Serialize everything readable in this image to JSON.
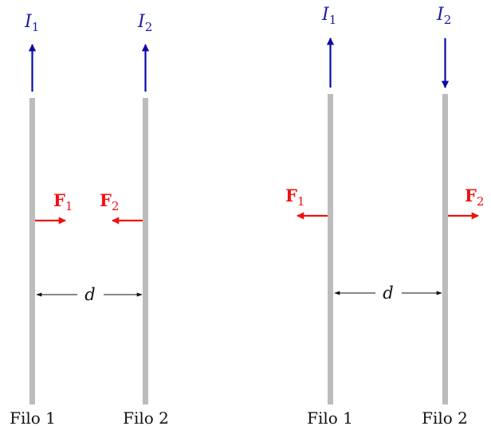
{
  "panels": [
    {
      "current1": {
        "symbol": "I",
        "sub": "1",
        "direction": "up"
      },
      "current2": {
        "symbol": "I",
        "sub": "2",
        "direction": "up"
      },
      "force1": {
        "symbol": "F",
        "sub": "1",
        "direction": "right"
      },
      "force2": {
        "symbol": "F",
        "sub": "2",
        "direction": "left"
      },
      "distance": "d",
      "wire1": "Filo 1",
      "wire2": "Filo 2"
    },
    {
      "current1": {
        "symbol": "I",
        "sub": "1",
        "direction": "up"
      },
      "current2": {
        "symbol": "I",
        "sub": "2",
        "direction": "down"
      },
      "force1": {
        "symbol": "F",
        "sub": "1",
        "direction": "left"
      },
      "force2": {
        "symbol": "F",
        "sub": "2",
        "direction": "right"
      },
      "distance": "d",
      "wire1": "Filo 1",
      "wire2": "Filo 2"
    }
  ],
  "colors": {
    "wire": "#bcbcbc",
    "current": "#0a0aa8",
    "force": "#ee1111",
    "dimension": "#111111"
  }
}
